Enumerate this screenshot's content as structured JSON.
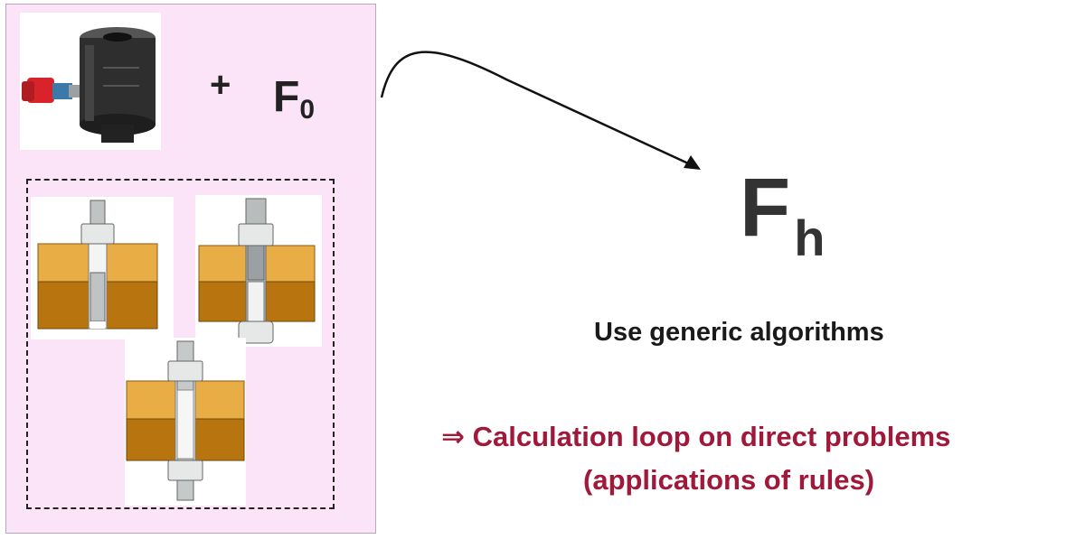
{
  "left_panel": {
    "plus": "+",
    "f0_base": "F",
    "f0_sub": "0"
  },
  "result": {
    "fh_base": "F",
    "fh_sub": "h"
  },
  "text": {
    "algorithms": "Use generic algorithms",
    "calc_arrow": "⇒",
    "calc_line1": "Calculation loop on direct problems",
    "calc_line2": "(applications of rules)"
  },
  "colors": {
    "panel_bg": "#fbe3f8",
    "accent_red": "#a0193a",
    "wood_light": "#e8ad45",
    "wood_dark": "#b8740f",
    "steel": "#d9dcdc"
  },
  "icons": [
    "hydraulic-tensioner-icon",
    "bolt-joint-icon"
  ]
}
